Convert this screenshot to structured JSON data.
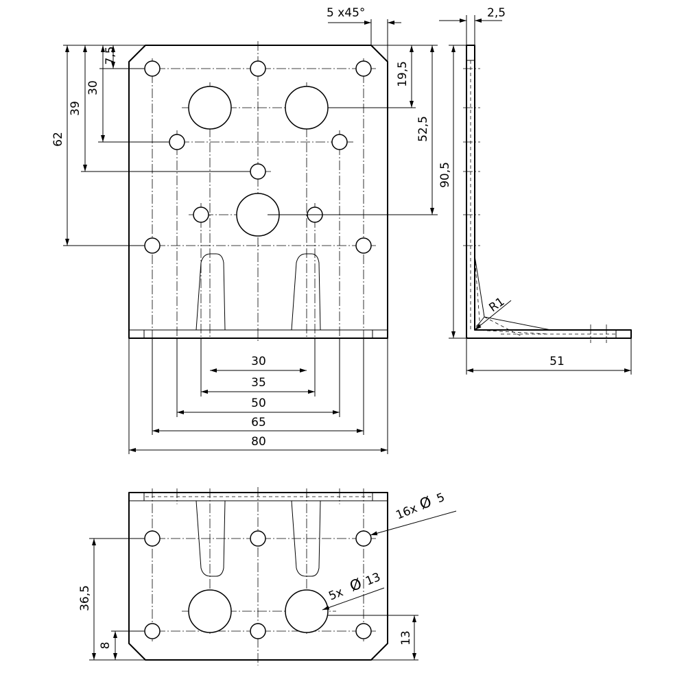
{
  "front_view": {
    "dims_bottom": [
      "30",
      "35",
      "50",
      "65",
      "80"
    ],
    "dims_left": [
      "7,5",
      "30",
      "39",
      "62"
    ],
    "dims_right": [
      "19,5",
      "52,5"
    ],
    "chamfer": "5  x45°"
  },
  "side_view": {
    "thickness": "2,5",
    "height": "90,5",
    "radius": "R1",
    "width": "51"
  },
  "bottom_view": {
    "dim_left_a": "36,5",
    "dim_left_b": "8",
    "dim_right": "13",
    "small_holes_count": "16x",
    "small_holes_diameter": "5",
    "large_holes_count": "5x",
    "large_holes_diameter": "13",
    "diameter_symbol": "Ø"
  }
}
